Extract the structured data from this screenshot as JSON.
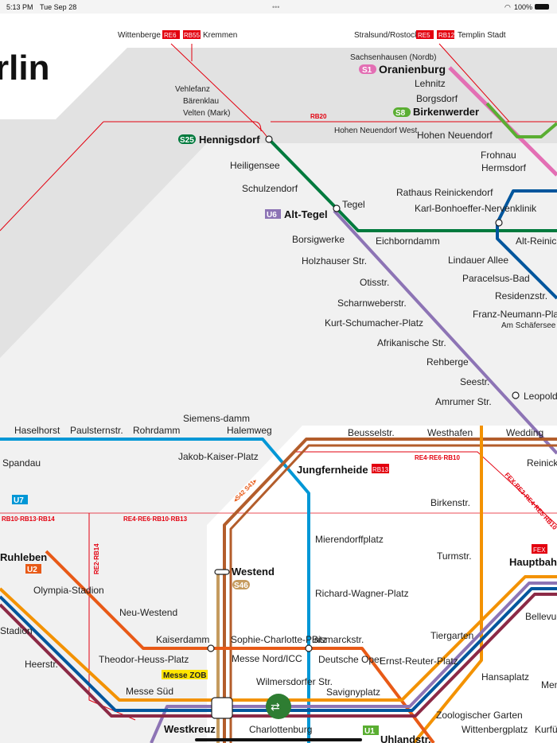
{
  "status_bar": {
    "time": "5:13 PM",
    "date": "Tue Sep 28",
    "battery": "100%",
    "dots": "•••"
  },
  "map": {
    "title": "rlin",
    "colors": {
      "regional": "#e3000f",
      "s1": "#e36fb4",
      "s8": "#5aae32",
      "s25": "#007a3d",
      "u6": "#8d74b5",
      "u7": "#0097d6",
      "u2": "#e85a17",
      "ring": "#b35d2b",
      "u8": "#00569d",
      "orange": "#f39200",
      "s46": "#c59b5f",
      "s5_maroon": "#8c2a46"
    },
    "destinations": {
      "wittenberge": "Wittenberge",
      "re6": "RE6",
      "rb55": "RB55",
      "kremmen": "Kremmen",
      "stralsund": "Stralsund/Rostock",
      "re5": "RE5",
      "rb12": "RB12",
      "templin": "Templin Stadt"
    },
    "line_labels": {
      "rb20": "RB20",
      "s1": "S1",
      "s8": "S8",
      "s25": "S25",
      "u6": "U6",
      "u7": "U7",
      "u2": "U2",
      "u1": "U1",
      "s46": "S46",
      "rb13": "RB13",
      "fex": "FEX",
      "ring": "◂S42 S41▸",
      "re_a": "RE4·RE6·RB10",
      "re_b": "RE4·RE6·RB10·RB13",
      "re_c": "RB10·RB13·RB14",
      "re_d": "RE2·RB14",
      "re_e": "FEX·RE3·RE4·RE5·RB10",
      "messe_zob": "Messe ZOB"
    },
    "stations": [
      "Sachsenhausen (Nordb)",
      "Oranienburg",
      "Lehnitz",
      "Borgsdorf",
      "Birkenwerder",
      "Vehlefanz",
      "Bärenklau",
      "Velten (Mark)",
      "Hennigsdorf",
      "Hohen Neuendorf West",
      "Hohen Neuendorf",
      "Frohnau",
      "Hermsdorf",
      "Heiligensee",
      "Schulzendorf",
      "Tegel",
      "Alt-Tegel",
      "Rathaus Reinickendorf",
      "Karl-Bonhoeffer-Nervenklinik",
      "Borsigwerke",
      "Eichborndamm",
      "Alt-Reinickendorf",
      "Holzhauser Str.",
      "Lindauer Allee",
      "Otisstr.",
      "Paracelsus-Bad",
      "Scharnweberstr.",
      "Residenzstr.",
      "Kurt-Schumacher-Platz",
      "Franz-Neumann-Platz",
      "Am Schäfersee",
      "Afrikanische Str.",
      "Rehberge",
      "Seestr.",
      "Amrumer Str.",
      "Leopoldplatz",
      "Haselhorst",
      "Paulsternstr.",
      "Rohrdamm",
      "Siemens-damm",
      "Halemweg",
      "Beusselstr.",
      "Westhafen",
      "Wedding",
      "Spandau",
      "Jakob-Kaiser-Platz",
      "Jungfernheide",
      "Reinickendorfer Str.",
      "Birkenstr.",
      "Mierendorffplatz",
      "Turmstr.",
      "Hauptbahnhof",
      "Ruhleben",
      "Olympia-Stadion",
      "Westend",
      "Richard-Wagner-Platz",
      "Bellevue",
      "Neu-Westend",
      "Stadion",
      "Kaiserdamm",
      "Sophie-Charlotte-Platz",
      "Bismarckstr.",
      "Tiergarten",
      "Heerstr.",
      "Theodor-Heuss-Platz",
      "Messe Nord/ICC",
      "Deutsche Oper",
      "Ernst-Reuter-Platz",
      "Hansaplatz",
      "Messe Süd",
      "Wilmersdorfer Str.",
      "Savignyplatz",
      "Zoologischer Garten",
      "Westkreuz",
      "Charlottenburg",
      "Uhlandstr.",
      "Wittenbergplatz",
      "Kurfürstendamm",
      "Mendelssohn-Bartholdy-Park"
    ]
  }
}
